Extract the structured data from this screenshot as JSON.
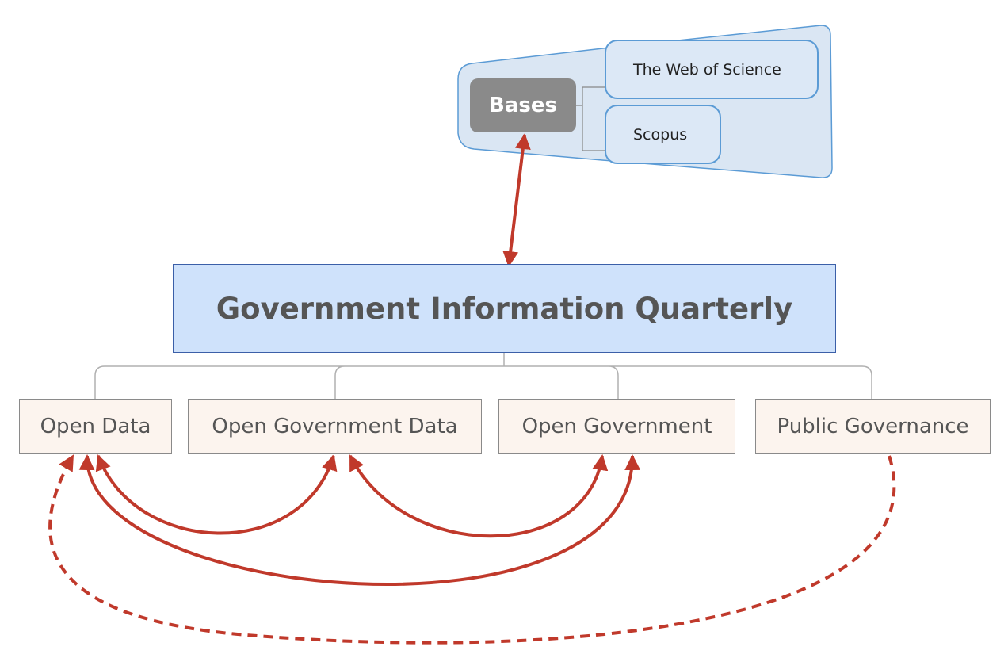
{
  "bases": {
    "label": "Bases",
    "databases": [
      "The Web of Science",
      "Scopus"
    ]
  },
  "journal": {
    "title": "Government Information Quarterly"
  },
  "topics": [
    "Open Data",
    "Open Government Data",
    "Open Government",
    "Public Governance"
  ],
  "colors": {
    "panel_fill": "#dae6f3",
    "panel_stroke": "#5b9bd5",
    "bases_fill": "#8a8a8a",
    "journal_fill": "#cfe2fb",
    "journal_stroke": "#3b5fa8",
    "topic_fill": "#fcf4ee",
    "arrow": "#c0392b",
    "connector": "#b0b0b0"
  }
}
